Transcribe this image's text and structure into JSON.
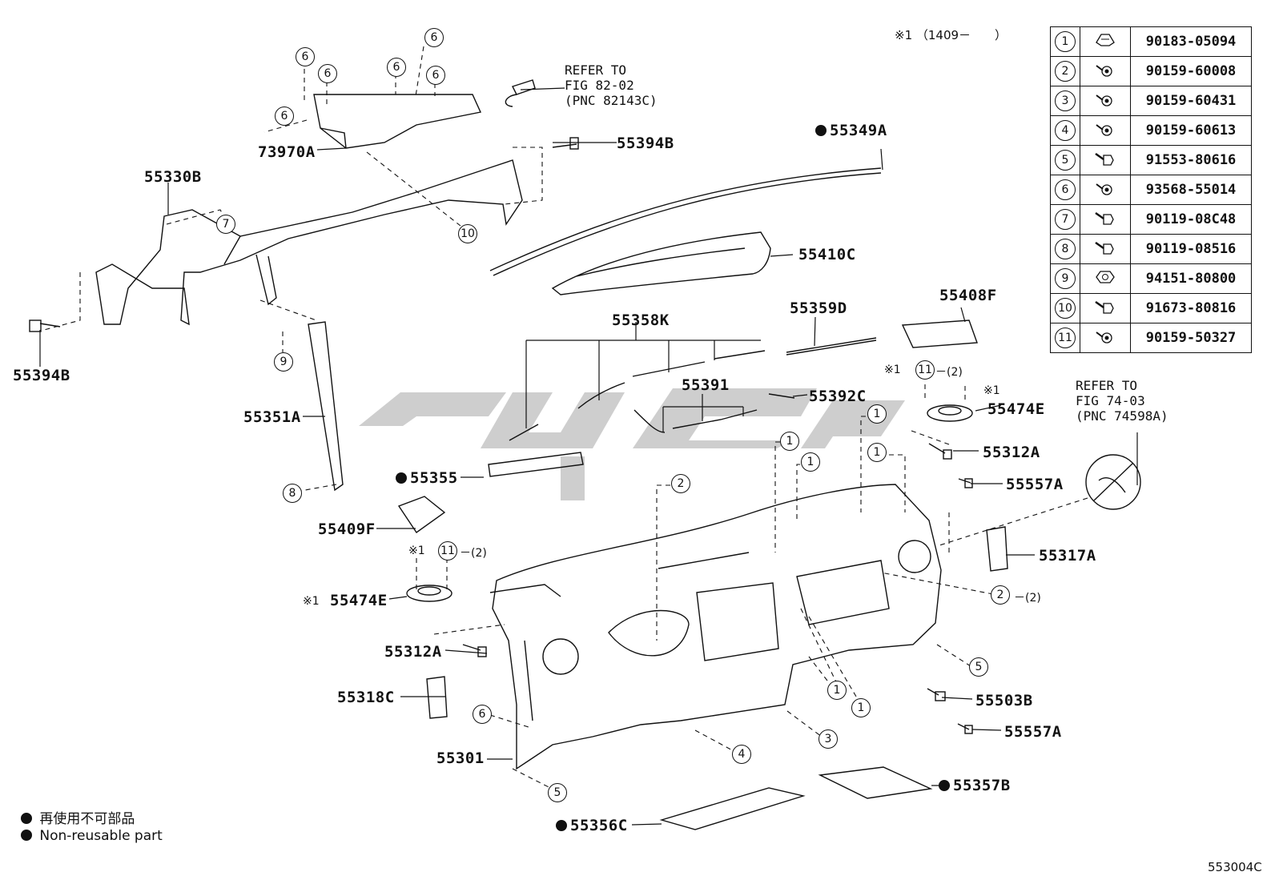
{
  "header_note": "※1 （1409－　　）",
  "legend_table": [
    {
      "no": "1",
      "icon": "clip-icon",
      "part": "90183-05094"
    },
    {
      "no": "2",
      "icon": "screw-icon",
      "part": "90159-60008"
    },
    {
      "no": "3",
      "icon": "screw-icon",
      "part": "90159-60431"
    },
    {
      "no": "4",
      "icon": "screw-icon",
      "part": "90159-60613"
    },
    {
      "no": "5",
      "icon": "bolt-icon",
      "part": "91553-80616"
    },
    {
      "no": "6",
      "icon": "screw-icon",
      "part": "93568-55014"
    },
    {
      "no": "7",
      "icon": "bolt-icon",
      "part": "90119-08C48"
    },
    {
      "no": "8",
      "icon": "bolt-icon",
      "part": "90119-08516"
    },
    {
      "no": "9",
      "icon": "nut-icon",
      "part": "94151-80800"
    },
    {
      "no": "10",
      "icon": "bolt-icon",
      "part": "91673-80816"
    },
    {
      "no": "11",
      "icon": "screw-icon",
      "part": "90159-50327"
    }
  ],
  "refs": {
    "airbag": "REFER TO\nFIG 82-02\n(PNC 82143C)",
    "passenger": "REFER TO\nFIG 74-03\n(PNC 74598A)"
  },
  "parts": {
    "p55349A": "55349A",
    "p73970A": "73970A",
    "p55394B_top": "55394B",
    "p55330B": "55330B",
    "p55394B_left": "55394B",
    "p55410C": "55410C",
    "p55408F": "55408F",
    "p55359D": "55359D",
    "p55358K": "55358K",
    "p55391": "55391",
    "p55392C": "55392C",
    "p55351A": "55351A",
    "p55474E_right": "55474E",
    "p55312A_right": "55312A",
    "p55355": "55355",
    "p55557A_top": "55557A",
    "p55409F": "55409F",
    "p55317A": "55317A",
    "p55474E_left": "55474E",
    "p55312A_left": "55312A",
    "p55318C": "55318C",
    "p55503B": "55503B",
    "p55557A_bottom": "55557A",
    "p55301": "55301",
    "p55357B": "55357B",
    "p55356C": "55356C"
  },
  "notes": {
    "note_x1_right": "※1",
    "note_x1_right2": "※1",
    "qty_right": "－(2)",
    "note_x1_left": "※1",
    "qty_left": "－(2)",
    "note_x1_left2": "※1",
    "qty_mid": "－(2)"
  },
  "callouts": [
    "6",
    "6",
    "6",
    "6",
    "6",
    "6",
    "7",
    "10",
    "9",
    "8",
    "11",
    "11",
    "1",
    "1",
    "1",
    "1",
    "2",
    "2",
    "1",
    "1",
    "5",
    "3",
    "4",
    "6",
    "5"
  ],
  "footer_legend": {
    "jp": "再使用不可部品",
    "en": "Non-reusable part"
  },
  "figure_code": "553004C",
  "watermark_color": "#c9c9c9"
}
